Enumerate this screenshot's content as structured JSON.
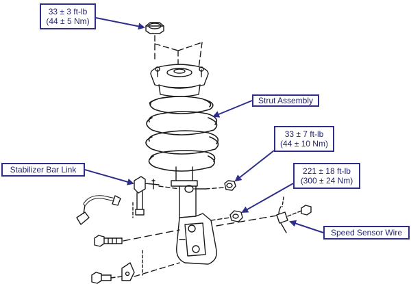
{
  "callouts": {
    "top_nut_torque": {
      "line1": "33 ± 3 ft-lb",
      "line2": "(44 ± 5 Nm)"
    },
    "strut_assembly": {
      "label": "Strut Assembly"
    },
    "upper_bolt_torque": {
      "line1": "33 ± 7 ft-lb",
      "line2": "(44 ± 10 Nm)"
    },
    "stabilizer_bar_link": {
      "label": "Stabilizer Bar Link"
    },
    "knuckle_bolt_torque": {
      "line1": "221 ± 18 ft-lb",
      "line2": "(300 ± 24 Nm)"
    },
    "speed_sensor_wire": {
      "label": "Speed Sensor Wire"
    }
  },
  "colors": {
    "callout_border": "#2e2e8a",
    "leader": "#2e2e8a",
    "line_art": "#1a1a1a"
  }
}
